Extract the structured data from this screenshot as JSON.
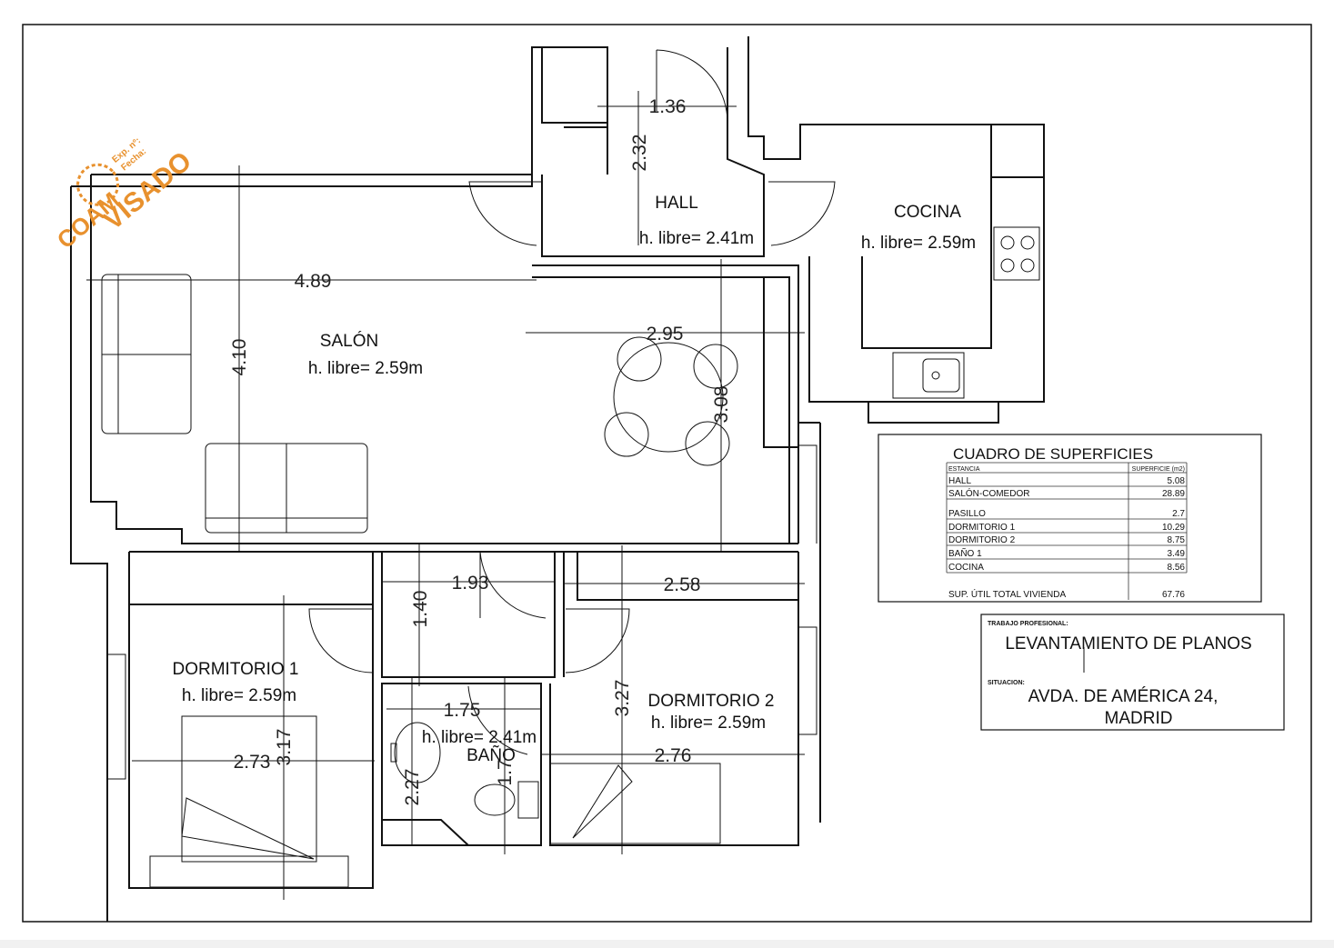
{
  "rooms": {
    "hall": {
      "name": "HALL",
      "height": "h. libre= 2.41m"
    },
    "cocina": {
      "name": "COCINA",
      "height": "h. libre= 2.59m"
    },
    "salon": {
      "name": "SALÓN",
      "height": "h. libre= 2.59m"
    },
    "dormitorio1": {
      "name": "DORMITORIO 1",
      "height": "h. libre= 2.59m"
    },
    "dormitorio2": {
      "name": "DORMITORIO 2",
      "height": "h. libre= 2.59m"
    },
    "bano": {
      "name": "BAÑO",
      "height": "h. libre= 2.41m"
    }
  },
  "dimensions": {
    "hall_w": "1.36",
    "hall_h": "2.32",
    "salon_w": "4.89",
    "salon_h": "4.10",
    "comedor_w": "2.95",
    "comedor_h": "3.08",
    "pasillo_w": "1.93",
    "pasillo_h": "1.40",
    "dorm2_top": "2.58",
    "bano_w": "1.75",
    "bano_h": "2.27",
    "bano_h2": "1.7",
    "dorm2_h": "3.27",
    "dorm1_w": "2.73",
    "dorm1_h": "3.17",
    "dorm2_w": "2.76"
  },
  "table": {
    "title": "CUADRO  DE  SUPERFICIES",
    "col_room": "ESTANCIA",
    "col_area": "SUPERFICIE (m2)",
    "rows": [
      {
        "room": "HALL",
        "area": "5.08"
      },
      {
        "room": "SALÓN-COMEDOR",
        "area": "28.89"
      },
      {
        "room": "PASILLO",
        "area": "2.7"
      },
      {
        "room": "DORMITORIO 1",
        "area": "10.29"
      },
      {
        "room": "DORMITORIO 2",
        "area": "8.75"
      },
      {
        "room": "BAÑO 1",
        "area": "3.49"
      },
      {
        "room": "COCINA",
        "area": "8.56"
      }
    ],
    "total_label": "SUP. ÚTIL TOTAL VIVIENDA",
    "total_value": "67.76"
  },
  "title_block": {
    "work_label": "TRABAJO  PROFESIONAL:",
    "work": "LEVANTAMIENTO DE PLANOS",
    "location_label": "SITUACION:",
    "location_line1": "AVDA. DE AMÉRICA 24,",
    "location_line2": "MADRID"
  },
  "stamp": {
    "org": "COAM",
    "text": "VISADO",
    "exp": "Exp. nº:",
    "fecha": "Fecha:",
    "color": "#e8912e"
  }
}
